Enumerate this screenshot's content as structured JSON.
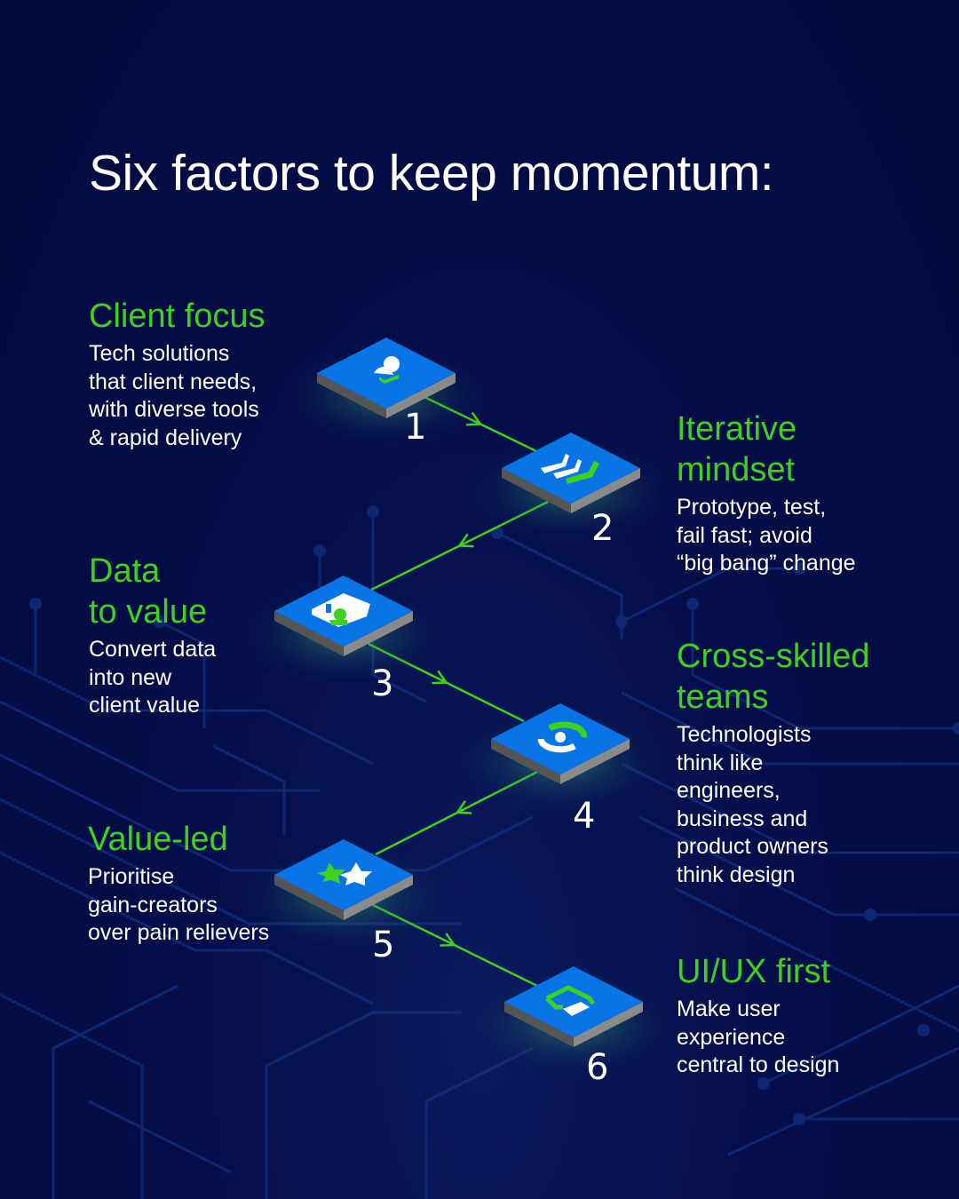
{
  "title": "Six factors to keep momentum:",
  "colors": {
    "background": "#030b42",
    "accent": "#3fd11d",
    "tile": "#0874e6",
    "tile_side": "#7a7a7a"
  },
  "factors": [
    {
      "number": "1",
      "heading": "Client focus",
      "description": "Tech solutions\nthat client needs,\nwith diverse tools\n& rapid delivery",
      "icon": "person-check-icon"
    },
    {
      "number": "2",
      "heading": "Iterative\nmindset",
      "description": "Prototype, test,\nfail fast; avoid\n“big bang” change",
      "icon": "chevrons-forward-icon"
    },
    {
      "number": "3",
      "heading": "Data\nto value",
      "description": "Convert data\ninto new\nclient value",
      "icon": "data-person-icon"
    },
    {
      "number": "4",
      "heading": "Cross-skilled\nteams",
      "description": "Technologists\nthink like\nengineers,\nbusiness and\nproduct owners\nthink design",
      "icon": "cycle-icon"
    },
    {
      "number": "5",
      "heading": "Value-led",
      "description": "Prioritise\ngain-creators\nover pain relievers",
      "icon": "stars-icon"
    },
    {
      "number": "6",
      "heading": "UI/UX first",
      "description": "Make user\nexperience\ncentral to design",
      "icon": "device-icon"
    }
  ]
}
